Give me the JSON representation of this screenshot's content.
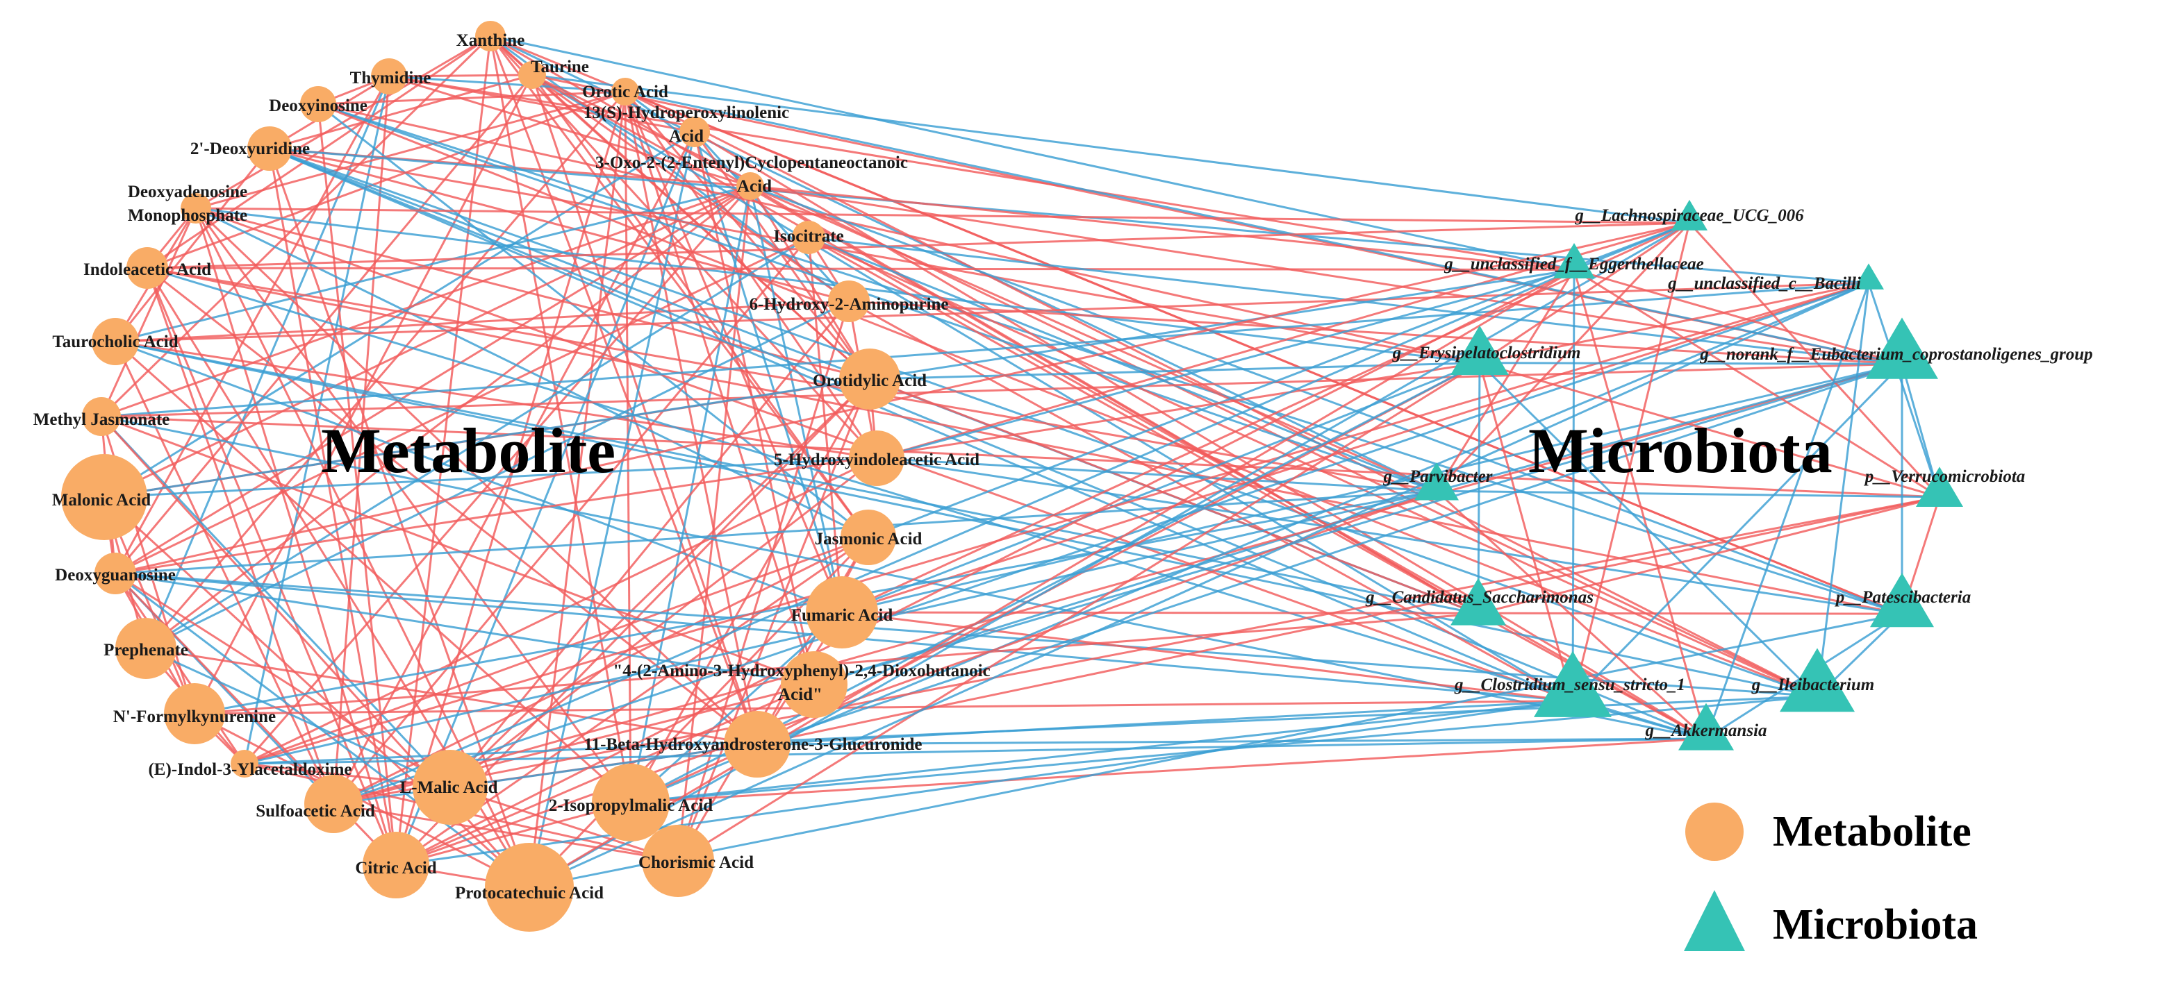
{
  "titles": {
    "metabolite": "Metabolite",
    "microbiota": "Microbiota"
  },
  "legend": {
    "metabolite": "Metabolite",
    "microbiota": "Microbiota"
  },
  "colors": {
    "metabolite_node": "#F9AC66",
    "microbiota_node": "#35C3B5",
    "positive_edge": "#F25C5C",
    "negative_edge": "#3A9FD3"
  },
  "metabolites": [
    {
      "label": "Xanthine"
    },
    {
      "label": "Taurine"
    },
    {
      "label": "Thymidine"
    },
    {
      "label": "Orotic Acid"
    },
    {
      "label": "Deoxyinosine"
    },
    {
      "label": "13(S)-Hydroperoxylinolenic Acid"
    },
    {
      "label": "2'-Deoxyuridine"
    },
    {
      "label": "3-Oxo-2-(2-Entenyl)Cyclopentaneoctanoic Acid"
    },
    {
      "label": "Deoxyadenosine Monophosphate"
    },
    {
      "label": "Indoleacetic Acid"
    },
    {
      "label": "Isocitrate"
    },
    {
      "label": "6-Hydroxy-2-Aminopurine"
    },
    {
      "label": "Taurocholic Acid"
    },
    {
      "label": "Orotidylic Acid"
    },
    {
      "label": "Methyl Jasmonate"
    },
    {
      "label": "5-Hydroxyindoleacetic Acid"
    },
    {
      "label": "Malonic Acid"
    },
    {
      "label": "Jasmonic Acid"
    },
    {
      "label": "Deoxyguanosine"
    },
    {
      "label": "Fumaric Acid"
    },
    {
      "label": "Prephenate"
    },
    {
      "label": "\"4-(2-Amino-3-Hydroxyphenyl)-2,4-Dioxobutanoic Acid\""
    },
    {
      "label": "N'-Formylkynurenine"
    },
    {
      "label": "11-Beta-Hydroxyandrosterone-3-Glucuronide"
    },
    {
      "label": "(E)-Indol-3-Ylacetaldoxime"
    },
    {
      "label": "L-Malic Acid"
    },
    {
      "label": "Sulfoacetic Acid"
    },
    {
      "label": "2-Isopropylmalic Acid"
    },
    {
      "label": "Citric Acid"
    },
    {
      "label": "Chorismic Acid"
    },
    {
      "label": "Protocatechuic Acid"
    }
  ],
  "microbiota": [
    {
      "label": "g__Lachnospiraceae_UCG_006"
    },
    {
      "label": "g__unclassified_f__Eggerthellaceae"
    },
    {
      "label": "g__unclassified_c__Bacilli"
    },
    {
      "label": "g__Erysipelatoclostridium"
    },
    {
      "label": "g__norank_f__Eubacterium_coprostanoligenes_group"
    },
    {
      "label": "g__Parvibacter"
    },
    {
      "label": "p__Verrucomicrobiota"
    },
    {
      "label": "g__Candidatus_Saccharimonas"
    },
    {
      "label": "p__Patescibacteria"
    },
    {
      "label": "g__Clostridium_sensu_stricto_1"
    },
    {
      "label": "g__Ileibacterium"
    },
    {
      "label": "g__Akkermansia"
    }
  ]
}
